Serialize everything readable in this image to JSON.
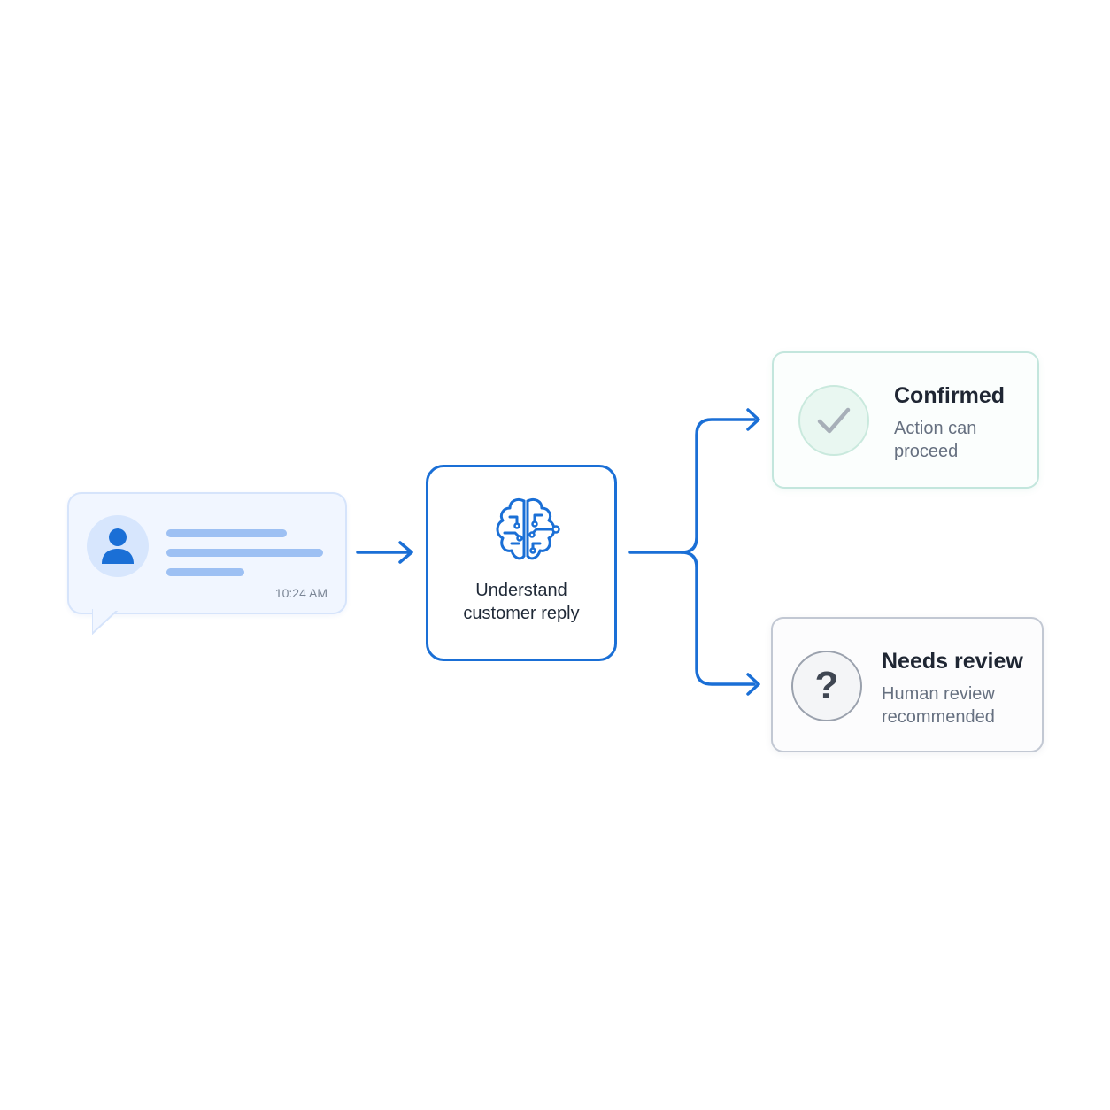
{
  "message": {
    "timestamp": "10:24 AM",
    "icon": "user-avatar-icon"
  },
  "process": {
    "label": "Understand customer reply",
    "icon": "brain-circuit-icon"
  },
  "outcomes": {
    "confirmed": {
      "title": "Confirmed",
      "subtitle": "Action can proceed",
      "icon": "checkmark-icon"
    },
    "review": {
      "title": "Needs review",
      "subtitle": "Human review recommended",
      "icon_glyph": "?"
    }
  },
  "colors": {
    "accent": "#1a6fd6",
    "confirmed_border": "#c3e6dd",
    "review_border": "#c2c8d3",
    "bubble_fill": "#f1f6ff",
    "message_line": "#9dc0f3"
  }
}
